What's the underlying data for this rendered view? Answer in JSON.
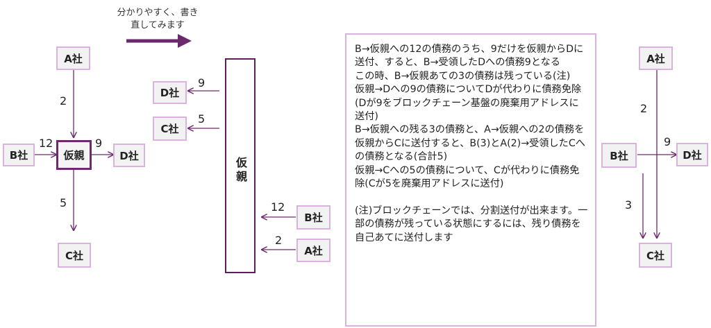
{
  "note": {
    "line1": "分かりやすく、書き",
    "line2": "直してみます"
  },
  "left": {
    "a_company": "A社",
    "b_company": "B社",
    "parent": "仮親",
    "d_company": "D社",
    "c_company": "C社",
    "num_a": "2",
    "num_b": "12",
    "num_d": "9",
    "num_c": "5"
  },
  "middle": {
    "d_company": "D社",
    "c_company": "C社",
    "parent": "仮親",
    "b_company": "B社",
    "a_company": "A社",
    "num_d": "9",
    "num_c": "5",
    "num_b": "12",
    "num_a": "2"
  },
  "explanation": [
    "B→仮親への12の債務のうち、9だけを仮親からDに送付、すると、B→受領したDへの債務9となる",
    "この時、B→仮親あての3の債務は残っている(注)",
    "仮親→Dへの9の債務についてDが代わりに債務免除(Dが9をブロックチェーン基盤の廃棄用アドレスに送付)",
    "B→仮親への残る3の債務と、A→仮親への2の債務を仮親からCに送付すると、B(3)とA(2)→受領したCへの債務となる(合計5)",
    "仮親→Cへの5の債務について、Cが代わりに債務免除(Cが5を廃棄用アドレスに送付)",
    "",
    "(注)ブロックチェーンでは、分割送付が出来ます。一部の債務が残っている状態にするには、残り債務を自己あてに送付します"
  ],
  "right": {
    "a_company": "A社",
    "b_company": "B社",
    "d_company": "D社",
    "c_company": "C社",
    "num_3": "3",
    "num_2": "2",
    "num_9": "9"
  },
  "colors": {
    "arrow": "#6b2a6b",
    "box_border": "#d9b3dd"
  }
}
